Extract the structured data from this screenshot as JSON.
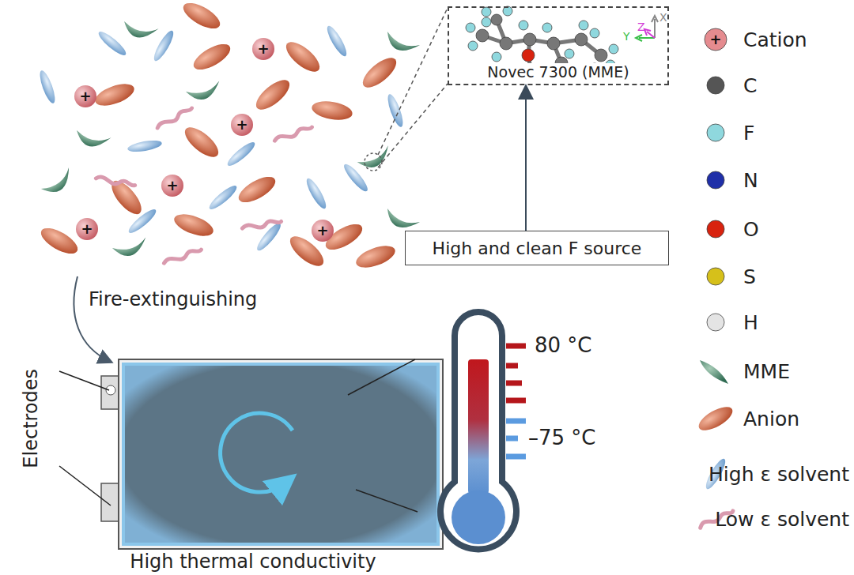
{
  "diagram": {
    "nodes": [
      {
        "text": [
          "Novec 7300 (MME)"
        ]
      },
      {
        "text": [
          "High and clean F source"
        ]
      }
    ],
    "edges": [
      {
        "from": 1,
        "to": 0,
        "arrow": "to"
      }
    ],
    "labels": [
      "X",
      "Y",
      "Z",
      "+",
      "+",
      "+",
      "+",
      "+",
      "+",
      "Fire-extinguishing",
      "Electrodes",
      "High thermal conductivity",
      "80 °C",
      "–75 °C",
      "+"
    ],
    "legend": [
      {
        "text": "Cation",
        "color": "#e58b8f"
      },
      {
        "text": "C",
        "color": "#555555"
      },
      {
        "text": "F",
        "color": "#8fd8de"
      },
      {
        "text": "N",
        "color": "#1f2fa8"
      },
      {
        "text": "O",
        "color": "#d8230f"
      },
      {
        "text": "S",
        "color": "#d6c01a"
      },
      {
        "text": "H",
        "color": "#e4e4e4"
      },
      {
        "text": "MME"
      },
      {
        "text": "Anion"
      },
      {
        "text": "High ε solvent"
      },
      {
        "text": "Low ε solvent"
      }
    ]
  }
}
